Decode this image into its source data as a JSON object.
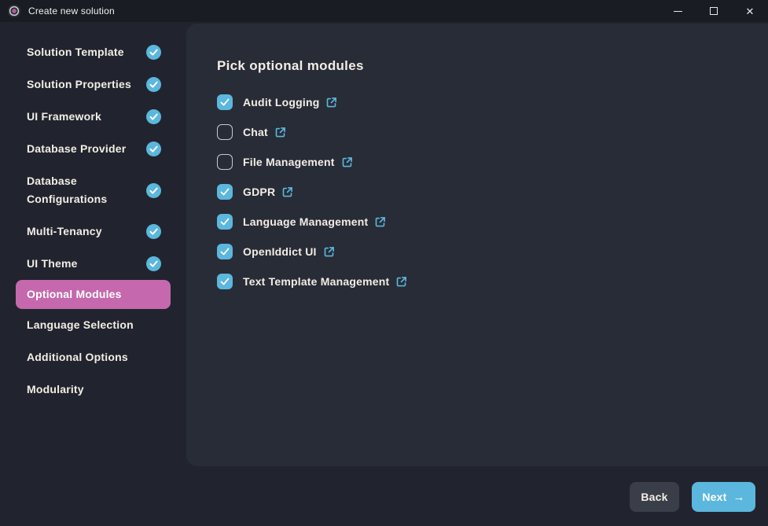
{
  "titlebar": {
    "title": "Create new solution",
    "close_glyph": "✕"
  },
  "sidebar": {
    "items": [
      {
        "label": "Solution Template",
        "completed": true,
        "active": false
      },
      {
        "label": "Solution Properties",
        "completed": true,
        "active": false
      },
      {
        "label": "UI Framework",
        "completed": true,
        "active": false
      },
      {
        "label": "Database Provider",
        "completed": true,
        "active": false
      },
      {
        "label": "Database Configurations",
        "completed": true,
        "active": false
      },
      {
        "label": "Multi-Tenancy",
        "completed": true,
        "active": false
      },
      {
        "label": "UI Theme",
        "completed": true,
        "active": false
      },
      {
        "label": "Optional Modules",
        "completed": false,
        "active": true
      },
      {
        "label": "Language Selection",
        "completed": false,
        "active": false
      },
      {
        "label": "Additional Options",
        "completed": false,
        "active": false
      },
      {
        "label": "Modularity",
        "completed": false,
        "active": false
      }
    ]
  },
  "main": {
    "heading": "Pick optional modules",
    "modules": [
      {
        "label": "Audit Logging",
        "checked": true
      },
      {
        "label": "Chat",
        "checked": false
      },
      {
        "label": "File Management",
        "checked": false
      },
      {
        "label": "GDPR",
        "checked": true
      },
      {
        "label": "Language Management",
        "checked": true
      },
      {
        "label": "OpenIddict UI",
        "checked": true
      },
      {
        "label": "Text Template Management",
        "checked": true
      }
    ]
  },
  "footer": {
    "back_label": "Back",
    "next_label": "Next",
    "next_arrow": "→"
  },
  "colors": {
    "accent_blue": "#5bb7dd",
    "accent_pink": "#c568ad",
    "window_bg": "#21242e",
    "card_bg": "#282c36",
    "titlebar_bg": "#1a1c23"
  }
}
